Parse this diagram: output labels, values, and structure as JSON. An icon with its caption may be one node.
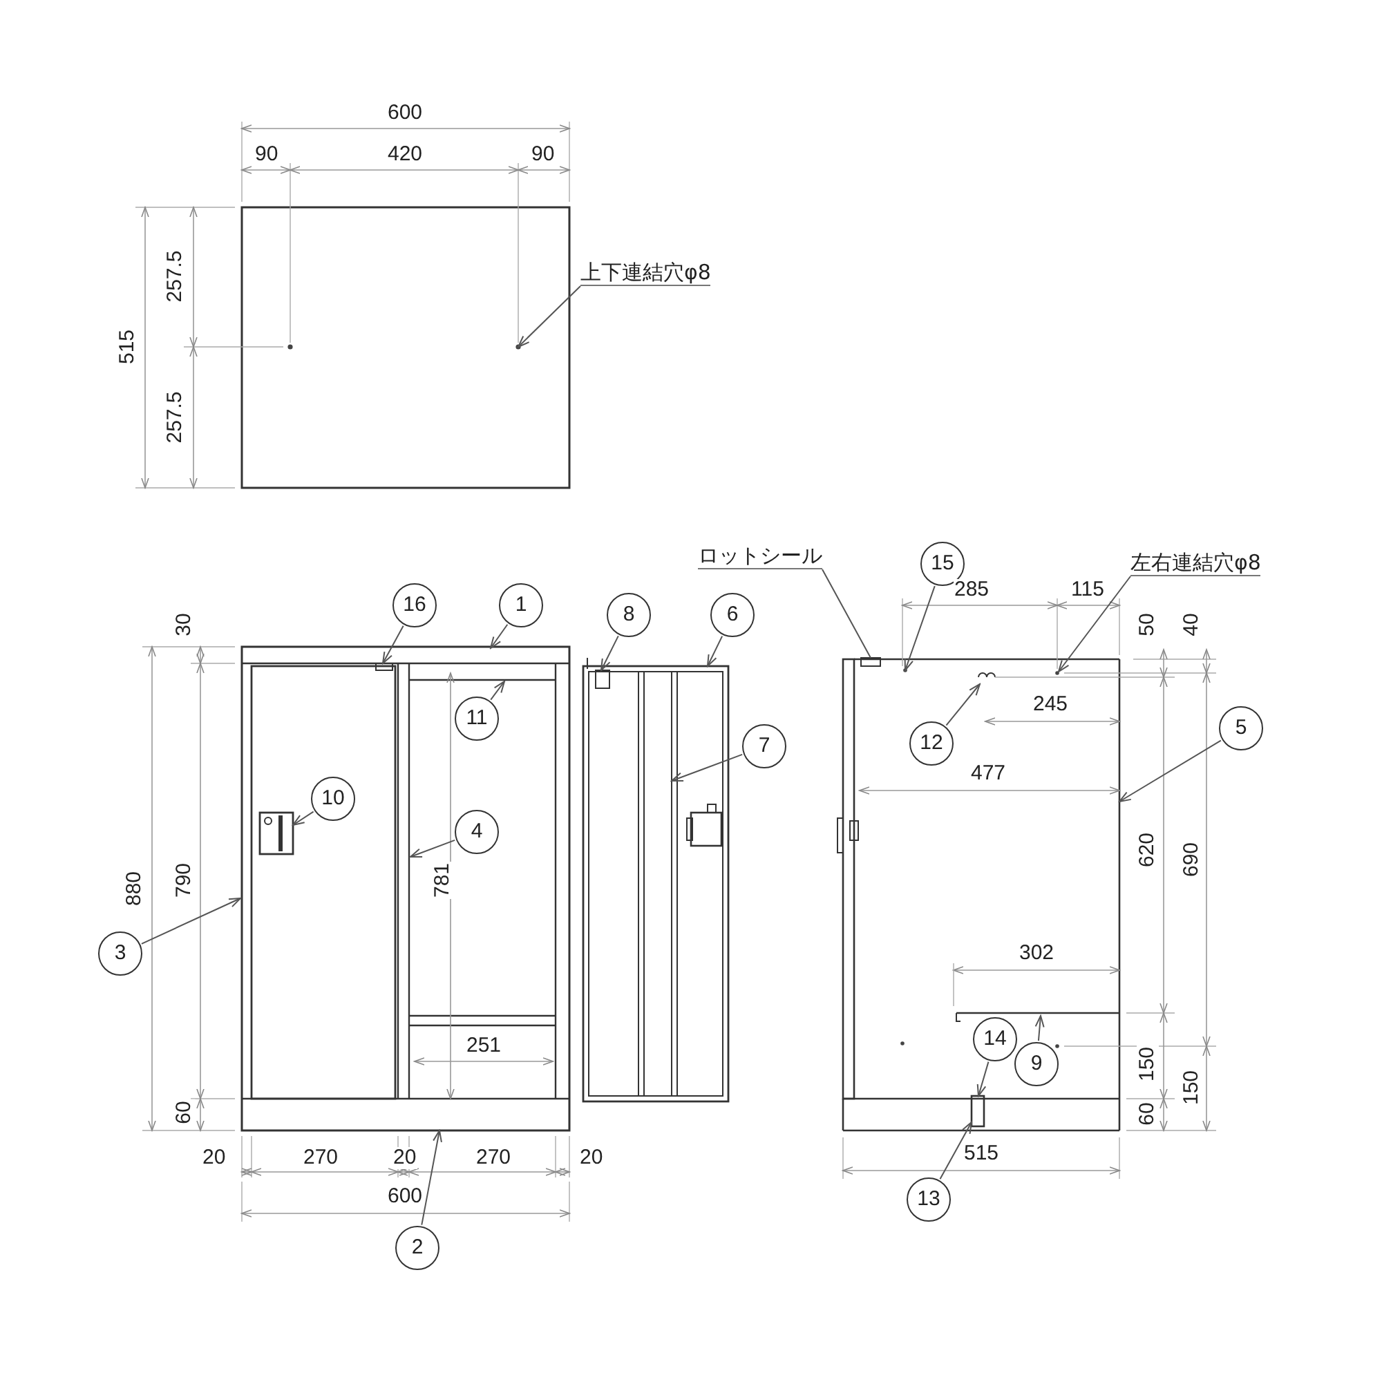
{
  "diagram": {
    "nodes": [
      {
        "text": [
          "上下連結穴φ8"
        ]
      },
      {
        "text": [
          "ロットシール"
        ]
      },
      {
        "text": [
          "15"
        ]
      },
      {
        "text": [
          "左右連結穴φ8"
        ]
      },
      {
        "text": [
          "16"
        ]
      },
      {
        "text": [
          "1"
        ]
      },
      {
        "text": [
          "8"
        ]
      },
      {
        "text": [
          "6"
        ]
      },
      {
        "text": [
          "11"
        ],
        "in": 20
      },
      {
        "text": [
          "12"
        ],
        "in": 22
      },
      {
        "text": [
          "5"
        ]
      },
      {
        "text": [
          "10"
        ],
        "in": 20
      },
      {
        "text": [
          "4"
        ],
        "in": 20
      },
      {
        "text": [
          "7"
        ]
      },
      {
        "text": [
          "3"
        ]
      },
      {
        "text": [
          "14"
        ],
        "in": 22
      },
      {
        "text": [
          "9"
        ],
        "in": 22
      },
      {
        "text": [
          "13"
        ]
      },
      {
        "text": [
          "2"
        ]
      },
      {
        "text": [],
        "shape": "picture"
      },
      {
        "text": [],
        "shape": "picture"
      },
      {
        "text": [],
        "shape": "picture"
      },
      {
        "text": [],
        "shape": "picture"
      }
    ],
    "edges": [
      {
        "from": 0,
        "to": 19,
        "arrow": "to"
      },
      {
        "from": 1,
        "to": 22,
        "arrow": "none"
      },
      {
        "from": 2,
        "to": 22,
        "arrow": "to"
      },
      {
        "from": 3,
        "to": 22,
        "arrow": "to"
      },
      {
        "from": 4,
        "to": 20,
        "arrow": "to"
      },
      {
        "from": 5,
        "to": 20,
        "arrow": "to"
      },
      {
        "from": 6,
        "to": 21,
        "arrow": "to"
      },
      {
        "from": 7,
        "to": 21,
        "arrow": "to"
      },
      {
        "from": 8,
        "to": 20,
        "arrow": "to"
      },
      {
        "from": 9,
        "to": 22,
        "arrow": "to"
      },
      {
        "from": 10,
        "to": 22,
        "arrow": "to"
      },
      {
        "from": 11,
        "to": 20,
        "arrow": "to"
      },
      {
        "from": 12,
        "to": 20,
        "arrow": "to"
      },
      {
        "from": 13,
        "to": 21,
        "arrow": "to"
      },
      {
        "from": 14,
        "to": 20,
        "arrow": "to"
      },
      {
        "from": 15,
        "to": 22,
        "arrow": "to"
      },
      {
        "from": 16,
        "to": 22,
        "arrow": "to"
      },
      {
        "from": 17,
        "to": 22,
        "arrow": "to"
      },
      {
        "from": 18,
        "to": 20,
        "arrow": "to"
      }
    ],
    "labels": [
      "600",
      "90",
      "420",
      "90",
      "257.5",
      "515",
      "257.5",
      "285",
      "115",
      "30",
      "50",
      "40",
      "245",
      "477",
      "880",
      "790",
      "781",
      "620",
      "690",
      "302",
      "251",
      "150",
      "150",
      "60",
      "60",
      "20",
      "270",
      "20",
      "270",
      "20",
      "515",
      "600"
    ]
  }
}
